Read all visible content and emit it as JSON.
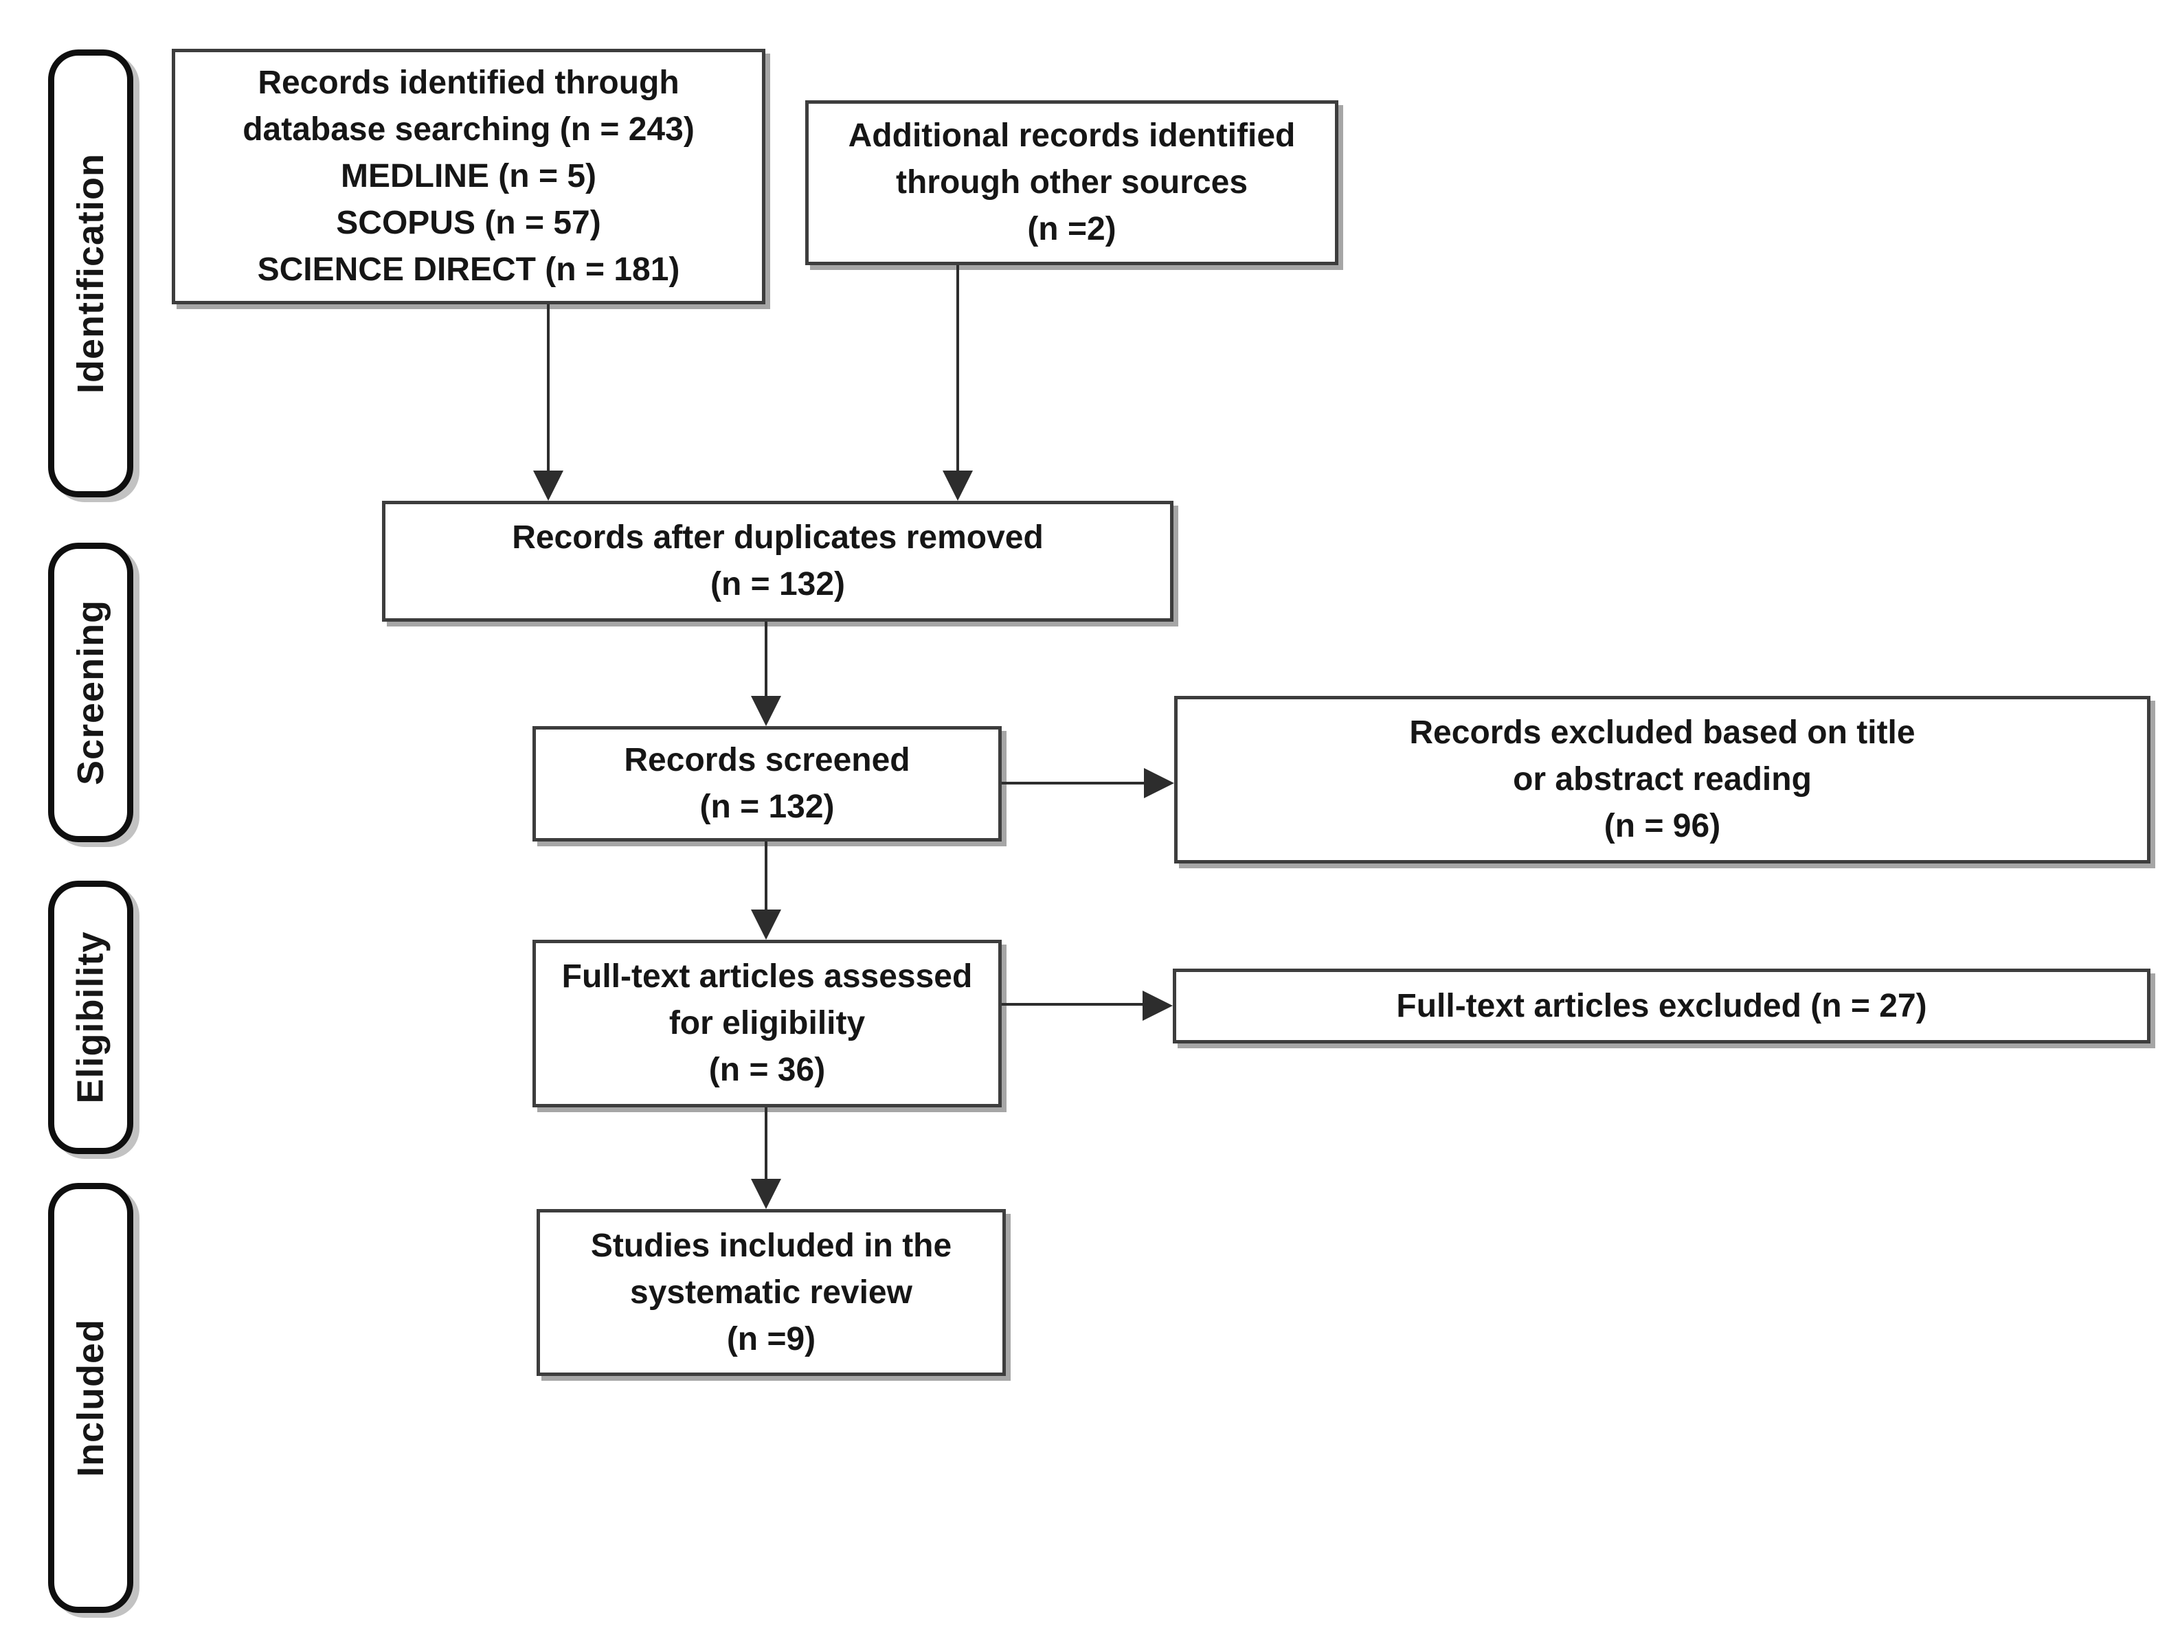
{
  "diagram": {
    "type": "PRISMA flow diagram",
    "stages": [
      {
        "id": "identification",
        "label": "Identification"
      },
      {
        "id": "screening",
        "label": "Screening"
      },
      {
        "id": "eligibility",
        "label": "Eligibility"
      },
      {
        "id": "included",
        "label": "Included"
      }
    ],
    "boxes": {
      "records_identified": {
        "text": "Records identified through\ndatabase searching (n = 243)\nMEDLINE (n = 5)\nSCOPUS (n = 57)\nSCIENCE DIRECT (n = 181)"
      },
      "additional_records": {
        "text": "Additional records identified\nthrough other sources\n(n =2)"
      },
      "after_duplicates": {
        "text": "Records after duplicates removed\n(n = 132)"
      },
      "records_screened": {
        "text": "Records screened\n(n = 132)"
      },
      "records_excluded": {
        "text": "Records excluded based on title\nor abstract reading\n(n =  96)"
      },
      "fulltext_assessed": {
        "text": "Full-text articles assessed\nfor eligibility\n(n = 36)"
      },
      "fulltext_excluded": {
        "text": "Full-text articles excluded (n = 27)"
      },
      "studies_included": {
        "text": "Studies included in the\nsystematic review\n(n =9)"
      }
    },
    "colors": {
      "background": "#ffffff",
      "box_border": "#3d3d3d",
      "box_shadow": "#a6a6a6",
      "stage_border": "#0f0f0f",
      "stage_shadow": "#c2c2c2",
      "text": "#161616",
      "arrow": "#2d2d2d"
    }
  }
}
